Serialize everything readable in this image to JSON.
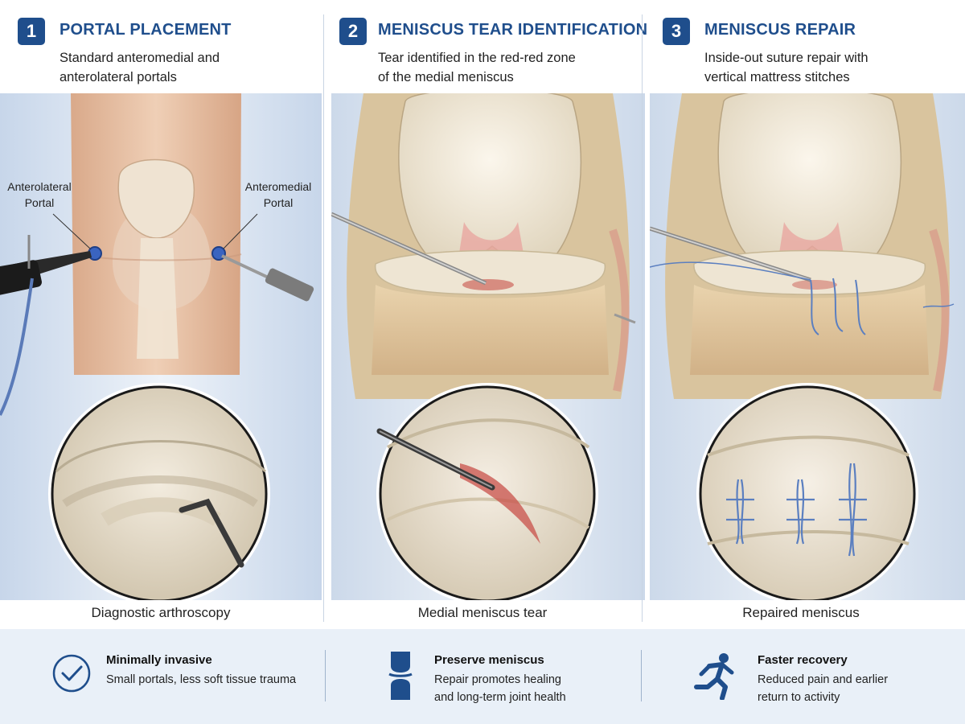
{
  "steps": [
    {
      "number": "1",
      "title": "PORTAL PLACEMENT",
      "description": [
        "Standard anteromedial and",
        "anterolateral portals"
      ],
      "caption": "Diagnostic arthroscopy",
      "callouts": {
        "left": [
          "Anterolateral",
          "Portal"
        ],
        "right": [
          "Anteromedial",
          "Portal"
        ]
      }
    },
    {
      "number": "2",
      "title": "MENISCUS TEAR IDENTIFICATION",
      "description": [
        "Tear identified in the red-red zone",
        "of the medial meniscus"
      ],
      "caption": "Medial meniscus tear"
    },
    {
      "number": "3",
      "title": "MENISCUS REPAIR",
      "description": [
        "Inside-out suture repair with",
        "vertical mattress stitches"
      ],
      "caption": "Repaired meniscus"
    }
  ],
  "benefits": [
    {
      "icon": "check-circle-icon",
      "title": "Minimally invasive",
      "desc": [
        "Small portals, less soft tissue trauma"
      ]
    },
    {
      "icon": "knee-joint-icon",
      "title": "Preserve meniscus",
      "desc": [
        "Repair promotes healing",
        "and long-term joint health"
      ]
    },
    {
      "icon": "running-person-icon",
      "title": "Faster recovery",
      "desc": [
        "Reduced pain and earlier",
        "return to activity"
      ]
    }
  ],
  "colors": {
    "accent": "#1f4e8c",
    "footer_bg": "#e9f0f8",
    "cartilage": "#ebe4d2",
    "tear": "#c8504a",
    "suture": "#5b7fc0"
  }
}
